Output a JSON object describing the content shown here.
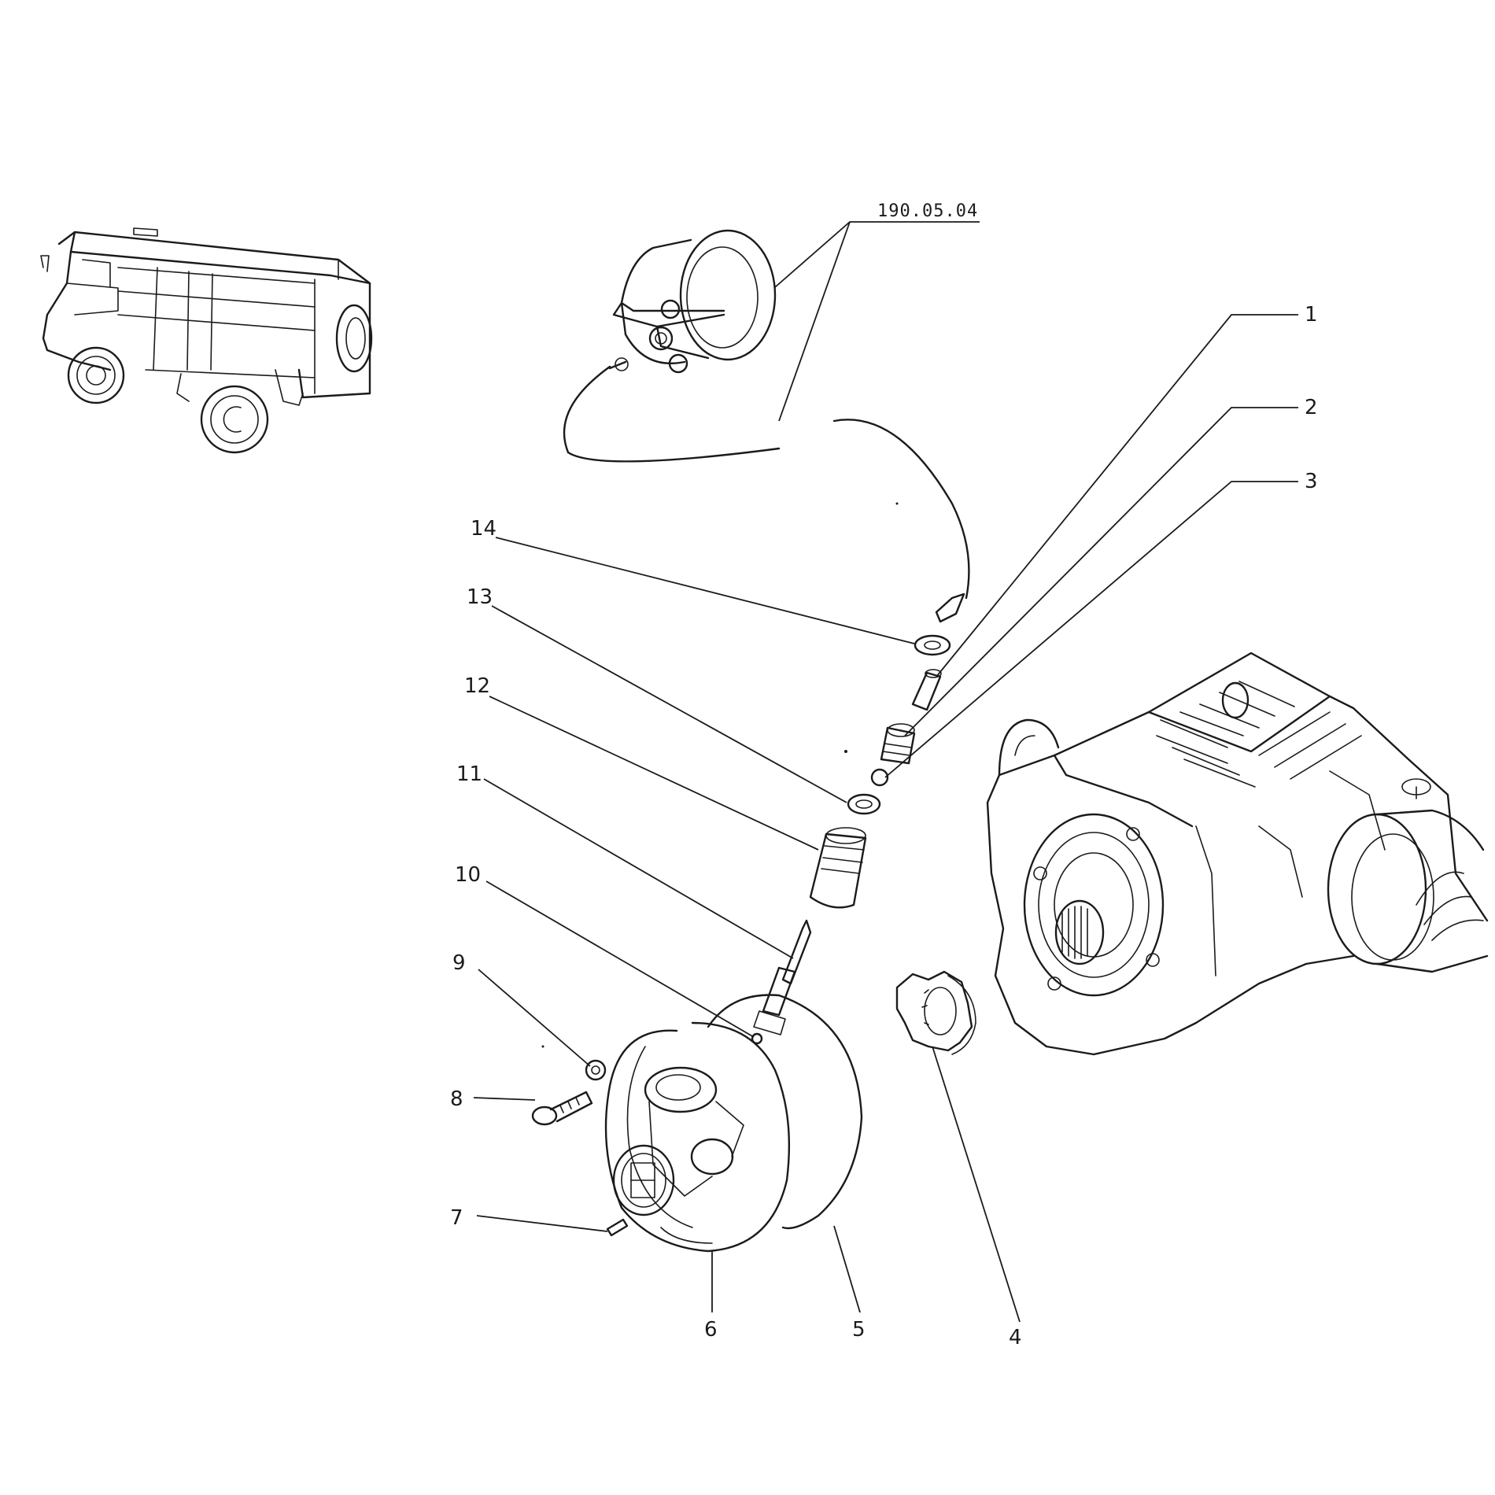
{
  "reference_label": "190.05.04",
  "callouts": [
    "1",
    "2",
    "3",
    "4",
    "5",
    "6",
    "7",
    "8",
    "9",
    "10",
    "11",
    "12",
    "13",
    "14"
  ]
}
